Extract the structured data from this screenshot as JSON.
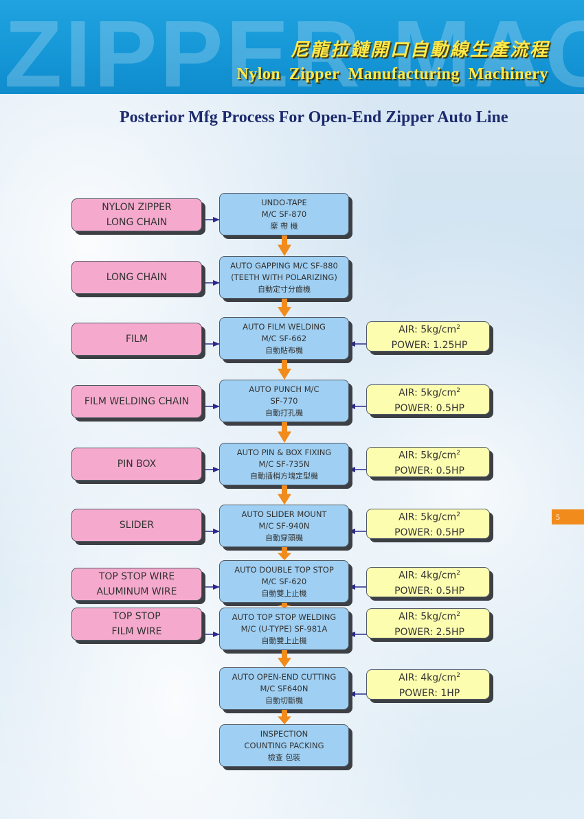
{
  "banner": {
    "watermark": "ZIPPER MACHINE",
    "title_zh": "尼龍拉鏈開口自動線生產流程",
    "title_en": "Nylon Zipper Manufacturing Machinery"
  },
  "page_title": "Posterior Mfg Process For Open-End Zipper Auto Line",
  "page_number": "5",
  "inputs": [
    {
      "lines": [
        "NYLON ZIPPER",
        "LONG CHAIN"
      ]
    },
    {
      "lines": [
        "LONG  CHAIN"
      ]
    },
    {
      "lines": [
        "FILM"
      ]
    },
    {
      "lines": [
        "FILM WELDING CHAIN"
      ]
    },
    {
      "lines": [
        "PIN BOX"
      ]
    },
    {
      "lines": [
        "SLIDER"
      ]
    },
    {
      "lines": [
        "TOP STOP WIRE",
        "ALUMINUM WIRE"
      ]
    },
    {
      "lines": [
        "TOP STOP",
        "FILM WIRE"
      ]
    }
  ],
  "machines": [
    {
      "lines": [
        "UNDO-TAPE",
        "M/C  SF-870"
      ],
      "zh": "縻  帶  機"
    },
    {
      "lines": [
        "AUTO GAPPING M/C SF-880",
        "(TEETH WITH POLARIZING)"
      ],
      "zh": "自動定寸分齒機"
    },
    {
      "lines": [
        "AUTO FILM WELDING",
        "M/C SF-662"
      ],
      "zh": "自動貼布機"
    },
    {
      "lines": [
        "AUTO PUNCH M/C",
        "SF-770"
      ],
      "zh": "自動打孔機"
    },
    {
      "lines": [
        "AUTO PIN & BOX FIXING",
        "M/C  SF-735N"
      ],
      "zh": "自動插梢方塊定型機"
    },
    {
      "lines": [
        "AUTO SLIDER MOUNT",
        "M/C  SF-940N"
      ],
      "zh": "自動穿頭機"
    },
    {
      "lines": [
        "AUTO DOUBLE TOP STOP",
        "M/C  SF-620"
      ],
      "zh": "自動雙上止機"
    },
    {
      "lines": [
        "AUTO TOP STOP WELDING",
        "M/C (U-TYPE)  SF-981A"
      ],
      "zh": "自動雙上止機"
    },
    {
      "lines": [
        "AUTO OPEN-END CUTTING",
        "M/C SF640N"
      ],
      "zh": "自動切斷機"
    },
    {
      "lines": [
        "INSPECTION",
        "COUNTING PACKING"
      ],
      "zh": "檢查  包裝"
    }
  ],
  "specs": [
    {
      "air": "AIR: 5kg/cm",
      "sup": "2",
      "power": "POWER: 1.25HP"
    },
    {
      "air": "AIR: 5kg/cm",
      "sup": "2",
      "power": "POWER: 0.5HP"
    },
    {
      "air": "AIR: 5kg/cm",
      "sup": "2",
      "power": "POWER: 0.5HP"
    },
    {
      "air": "AIR: 5kg/cm",
      "sup": "2",
      "power": "POWER: 0.5HP"
    },
    {
      "air": "AIR: 4kg/cm",
      "sup": "2",
      "power": "POWER: 0.5HP"
    },
    {
      "air": "AIR: 5kg/cm",
      "sup": "2",
      "power": "POWER: 2.5HP"
    },
    {
      "air": "AIR: 4kg/cm",
      "sup": "2",
      "power": "POWER: 1HP"
    }
  ],
  "colors": {
    "input_box": "#f5aacd",
    "machine_box": "#9fcff2",
    "spec_box": "#fdfdb0",
    "flow_arrow": "#f08b1c",
    "connector": "#2a2a8c"
  }
}
